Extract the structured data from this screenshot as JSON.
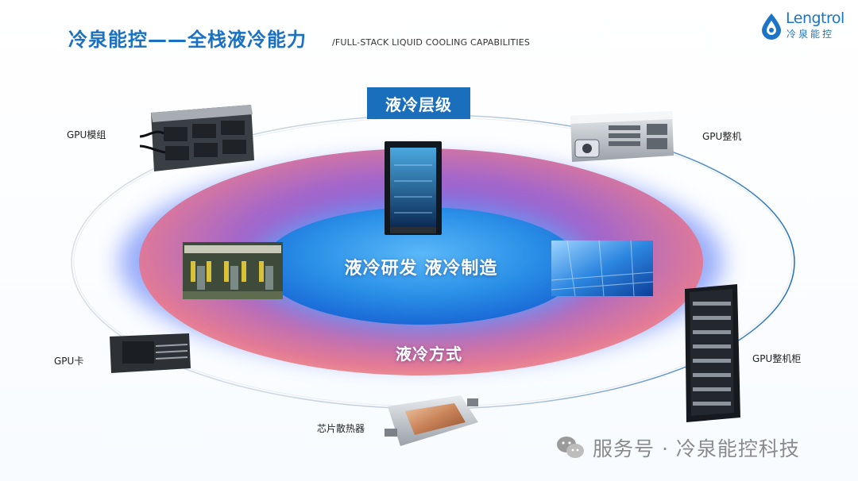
{
  "header": {
    "title": "冷泉能控——全栈液冷能力",
    "subtitle": "/FULL-STACK LIQUID COOLING CAPABILITIES"
  },
  "logo": {
    "wordmark": "Lengtrol",
    "chinese": "冷泉能控"
  },
  "rings": {
    "outer_label": "液冷层级",
    "center_label": "液冷研发 液冷制造",
    "middle_label": "液冷方式"
  },
  "products": {
    "gpu_module": "GPU模组",
    "gpu_server": "GPU整机",
    "gpu_card": "GPU卡",
    "gpu_rack": "GPU整机柜",
    "chip_heatsink": "芯片散热器"
  },
  "watermark": {
    "text": "服务号 · 冷泉能控科技",
    "icon": "wechat-icon"
  },
  "colors": {
    "brand_blue": "#1a71c4",
    "badge_blue": "#1a6fbd",
    "inner_blue": "#1e8fe6",
    "outer_pink": "#e77a8c",
    "glow_blue": "#3b5cf0"
  }
}
